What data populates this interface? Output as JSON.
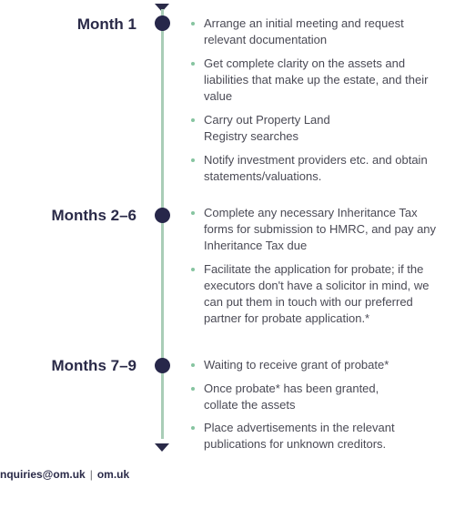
{
  "timeline": {
    "phases": [
      {
        "label": "Month 1",
        "items": [
          "Arrange an initial meeting and request relevant documentation",
          "Get complete clarity on the assets and liabilities that make up the estate, and their value",
          "Carry out Property Land Registry searches",
          "Notify investment providers etc. and obtain statements/valuations."
        ]
      },
      {
        "label": "Months 2–6",
        "items": [
          "Complete any necessary Inheritance Tax forms for submission to HMRC, and pay any Inheritance Tax due",
          "Facilitate the application for probate; if the executors don't have a solicitor in mind, we can put them in touch with our preferred partner for probate application.*"
        ]
      },
      {
        "label": "Months 7–9",
        "items": [
          "Waiting to receive grant of probate*",
          "Once probate* has been granted, collate the assets",
          "Place advertisements in the relevant publications for unknown creditors."
        ]
      }
    ]
  },
  "footer": {
    "email": "nquiries@om.uk",
    "separator": "|",
    "website": "om.uk"
  }
}
